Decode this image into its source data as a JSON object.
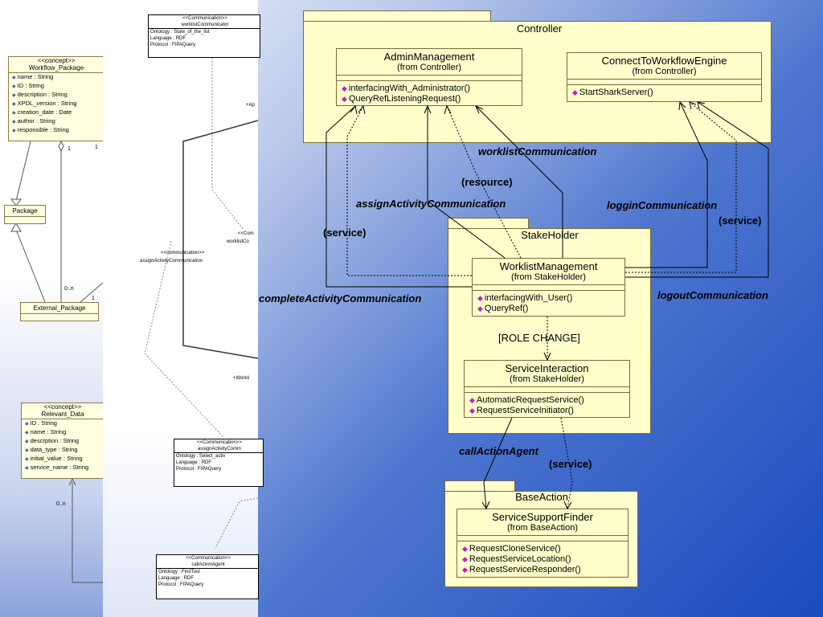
{
  "left_panel": {
    "workflow_package": {
      "stereotype": "<<concept>>",
      "name": "Workflow_Package",
      "attrs": [
        "name : String",
        "ID : String",
        "description : String",
        "XPDL_version : String",
        "creation_date : Date",
        "author : String",
        "responsible : String"
      ]
    },
    "package": {
      "name": "Package"
    },
    "external_package": {
      "name": "External_Package"
    },
    "relevant_data": {
      "stereotype": "<<concept>>",
      "name": "Relevant_Data",
      "attrs": [
        "ID : String",
        "name : String",
        "descrption : String",
        "data_type : String",
        "initial_value : String",
        "service_name : String"
      ]
    },
    "mult_1a": "1",
    "mult_1b": "1",
    "mult_0n_a": "0..n",
    "mult_1c": "1",
    "mult_0n_b": "0..n"
  },
  "middle_panel": {
    "worklist_comm": {
      "stereotype": "<<Communication>>",
      "name": "worklistCommunicator",
      "attrs": [
        "Ontology : State_of_the_list",
        "Language : RDF",
        "Protocol : FIPAQuery"
      ]
    },
    "assign_label_stereo": "<<communication>>",
    "assign_label_name": "assignActivityCommunication",
    "worklist_fragment_stereo": "<<Com",
    "worklist_fragment_name": "worklistCo",
    "role_a": "+Ap",
    "role_w": "+Workli",
    "assign_comm": {
      "stereotype": "<<Communication>>",
      "name": "assignActivityComm",
      "attrs": [
        "Ontology : Select_activ",
        "Language : RDF",
        "Protocol : FIPAQuery"
      ]
    },
    "callaction": {
      "stereotype": "<<Communication>>",
      "name": "callActionAgent",
      "attrs": [
        "Ontology : FindTool",
        "Language : RDF",
        "Protocol : FIPAQuery"
      ]
    }
  },
  "diagram": {
    "controller": {
      "title": "Controller",
      "admin": {
        "name": "AdminManagement",
        "from": "(from Controller)",
        "ops": [
          "interfacingWith_Administrator()",
          "QueryRefListeningRequest()"
        ]
      },
      "connect": {
        "name": "ConnectToWorkflowEngine",
        "from": "(from Controller)",
        "ops": [
          "StartSharkServer()"
        ]
      }
    },
    "stakeholder": {
      "title": "StakeHolder",
      "worklist": {
        "name": "WorklistManagement",
        "from": "(from StakeHolder)",
        "ops": [
          "interfacingWith_User()",
          "QueryRef()"
        ]
      },
      "role_change": "[ROLE CHANGE]",
      "service": {
        "name": "ServiceInteraction",
        "from": "(from StakeHolder)",
        "ops": [
          "AutomaticRequestService()",
          "RequestServiceInitiator()"
        ]
      }
    },
    "baseaction": {
      "title": "BaseAction",
      "finder": {
        "name": "ServiceSupportFinder",
        "from": "(from BaseAction)",
        "ops": [
          "RequestCloneService()",
          "RequestServiceLocation()",
          "RequestServiceResponder()"
        ]
      }
    },
    "labels": {
      "worklistCommunication": "worklistCommunication",
      "resource": "(resource)",
      "assignActivityCommunication": "assignActivityCommunication",
      "logginCommunication": "logginCommunication",
      "service1": "(service)",
      "service2": "(service)",
      "completeActivityCommunication": "completeActivityCommunication",
      "logoutCommunication": "logoutCommunication",
      "callActionAgent": "callActionAgent",
      "service3": "(service)"
    }
  }
}
